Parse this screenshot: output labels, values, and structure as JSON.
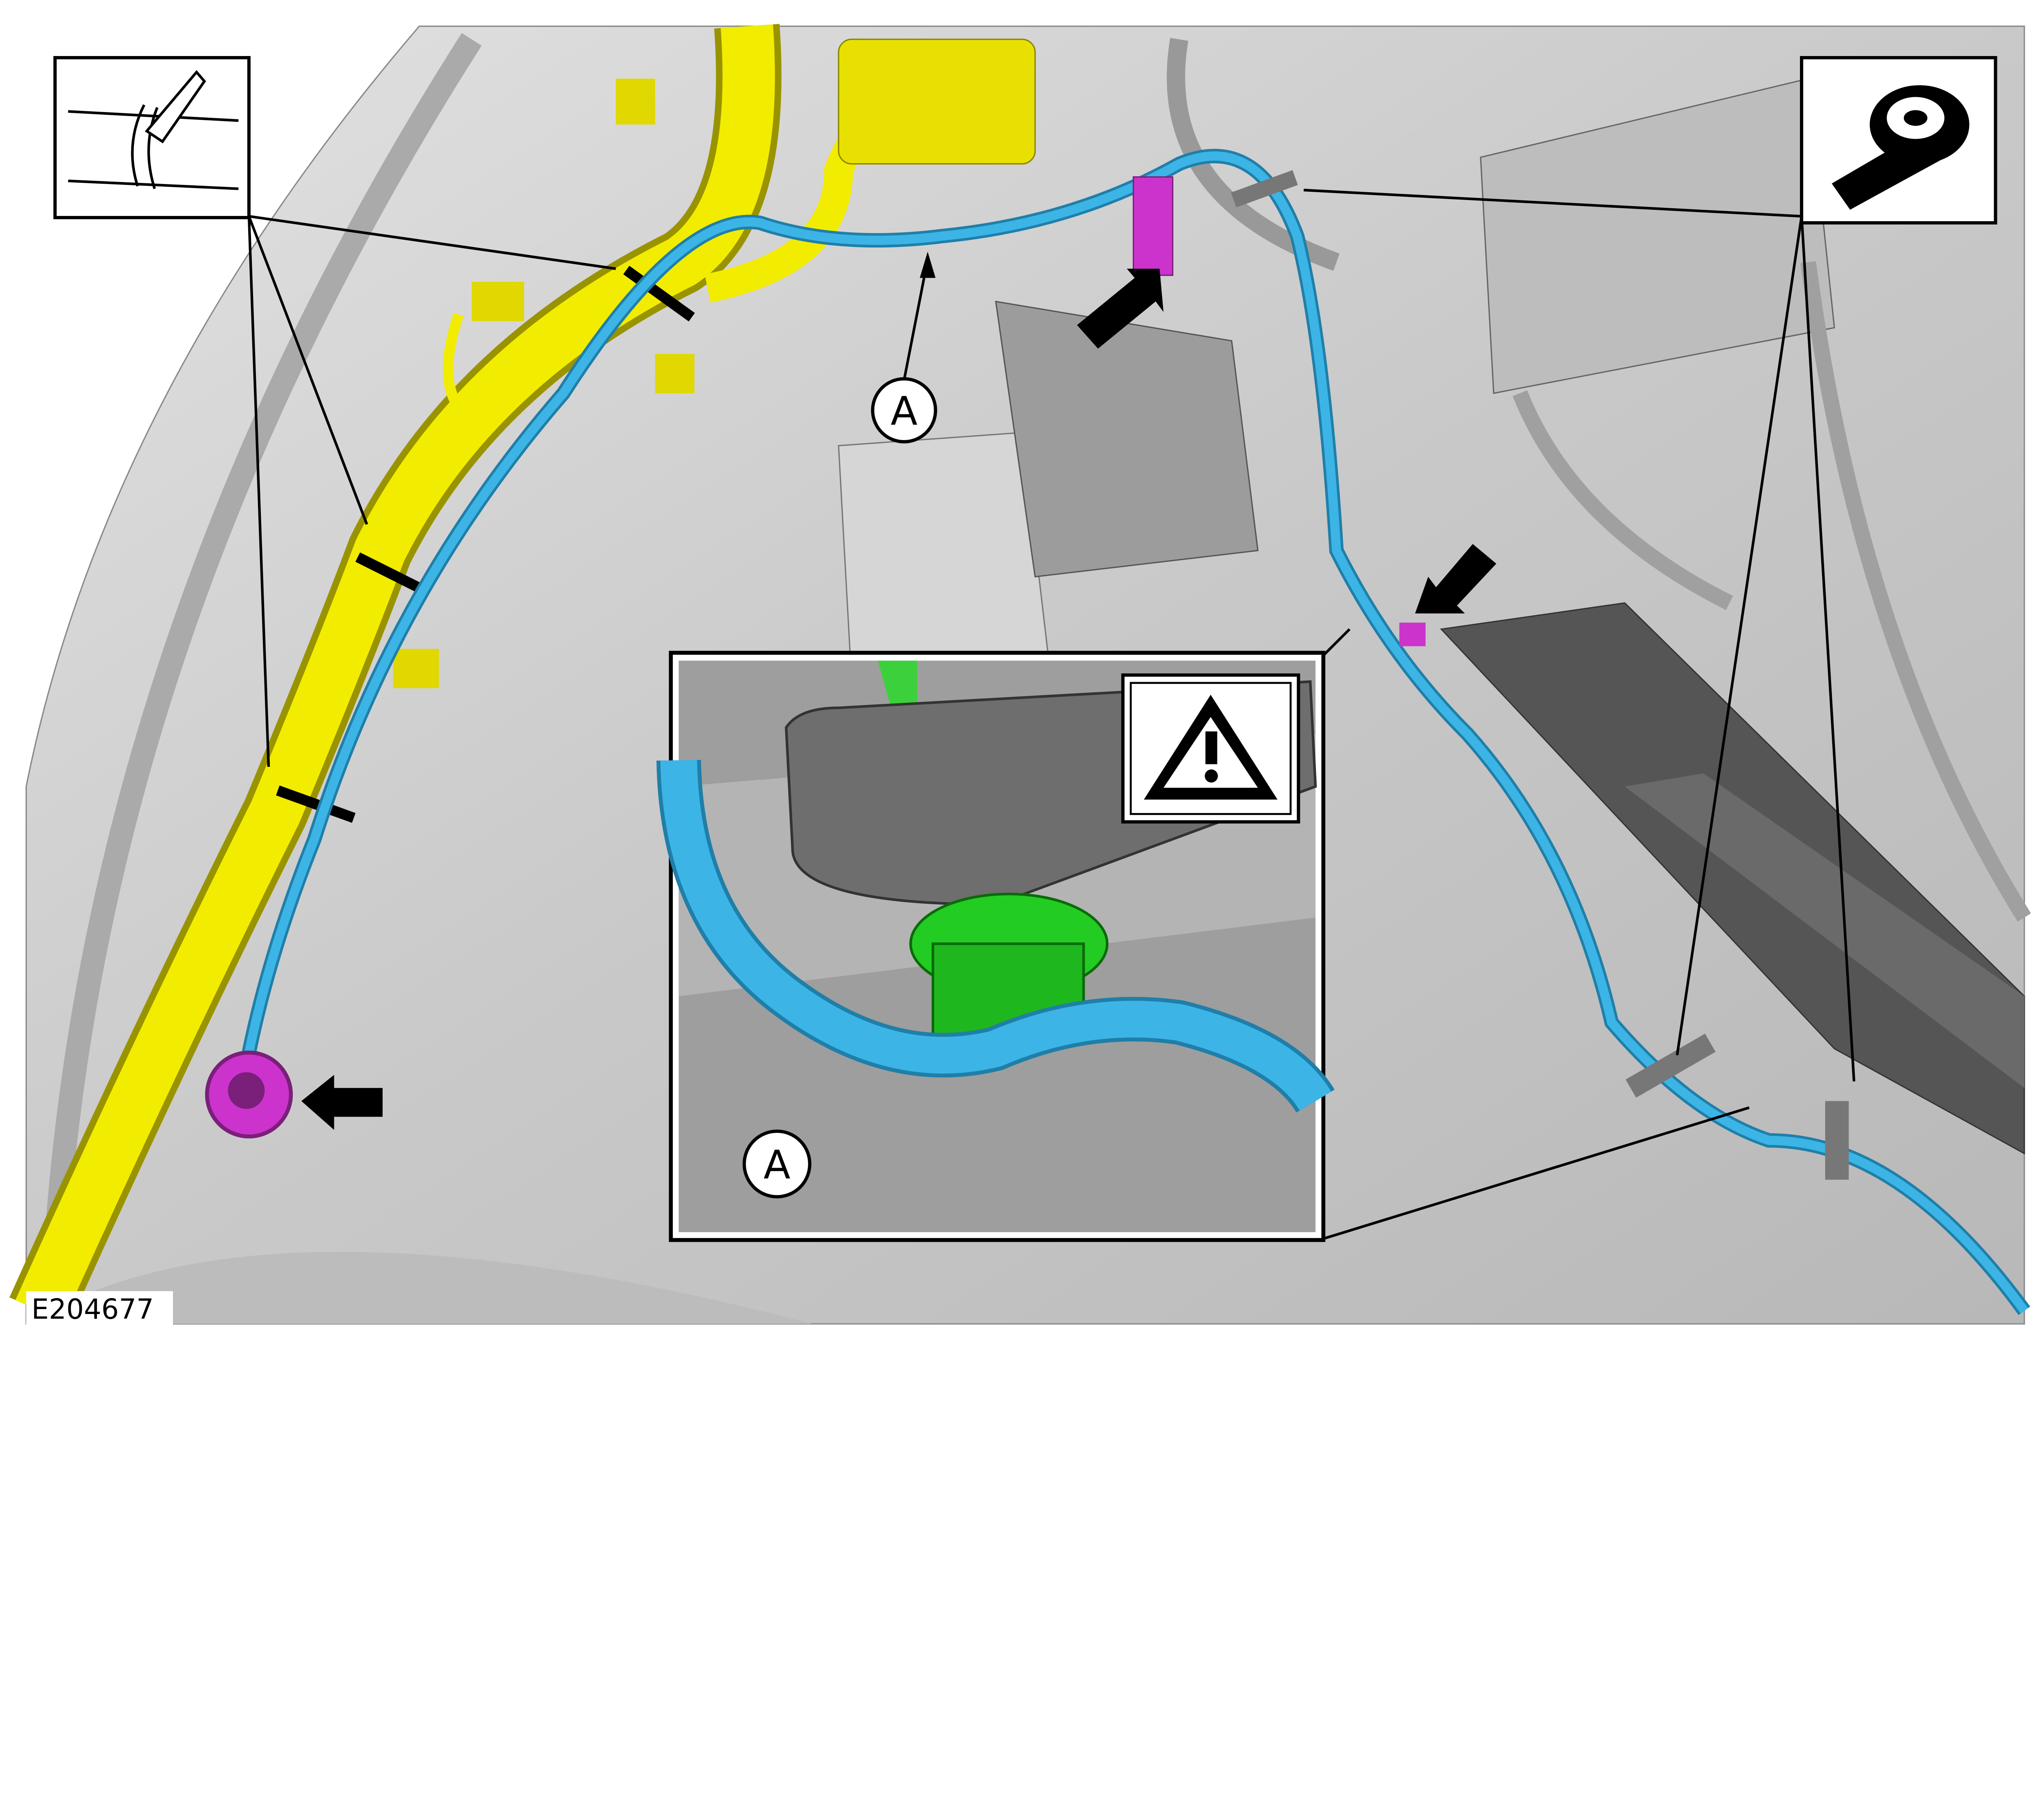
{
  "figure": {
    "id_label": "E204677",
    "callout_label_main": "A",
    "callout_label_inset": "A"
  },
  "icons": {
    "cable_tie": "cable-tie-icon",
    "tape": "tape-icon",
    "warning": "warning-icon"
  },
  "colors": {
    "harness_yellow": "#f2ec00",
    "cable_blue": "#3cb4e6",
    "clip_magenta": "#cc33cc",
    "grommet_green": "#22cc22",
    "body_gray": "#c8c8c8"
  }
}
